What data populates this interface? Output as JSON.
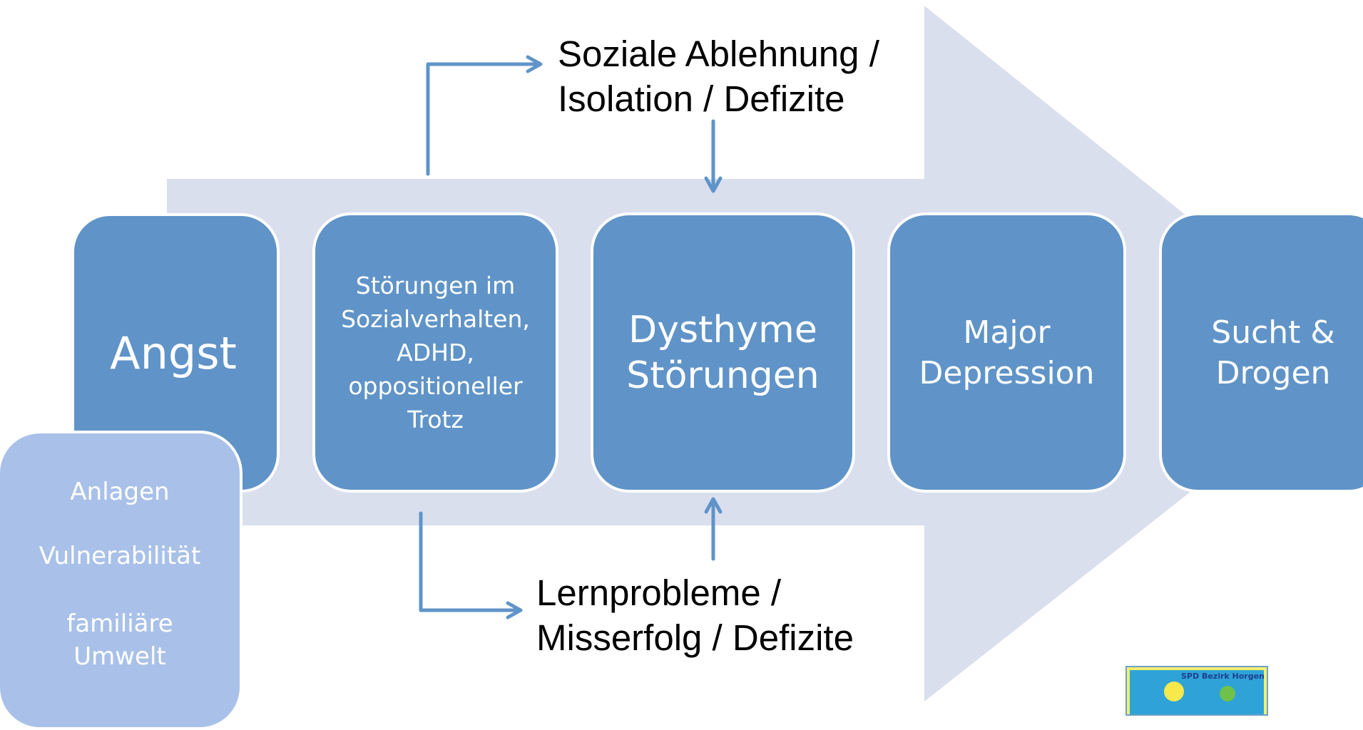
{
  "diagram": {
    "nodes": {
      "angst": "Angst",
      "stoerungen": [
        "Störungen im",
        "Sozialverhalten,",
        "ADHD,",
        "oppositioneller",
        "Trotz"
      ],
      "dysthyme": [
        "Dysthyme",
        "Störungen"
      ],
      "major": [
        "Major",
        "Depression"
      ],
      "sucht": [
        "Sucht &",
        "Drogen"
      ]
    },
    "factors": [
      "Anlagen",
      "Vulnerabilität",
      "familiäre",
      "Umwelt"
    ],
    "labels": {
      "soziale": [
        "Soziale Ablehnung /",
        "Isolation / Defizite"
      ],
      "lern": [
        "Lernprobleme /",
        "Misserfolg / Defizite"
      ]
    },
    "logo_text": "SPD Bezirk Horgen"
  },
  "colors": {
    "big_arrow": "#dadfee",
    "node_fill": "#6094c8",
    "factor_fill": "#a9c1e8",
    "connector": "#6094c8"
  }
}
